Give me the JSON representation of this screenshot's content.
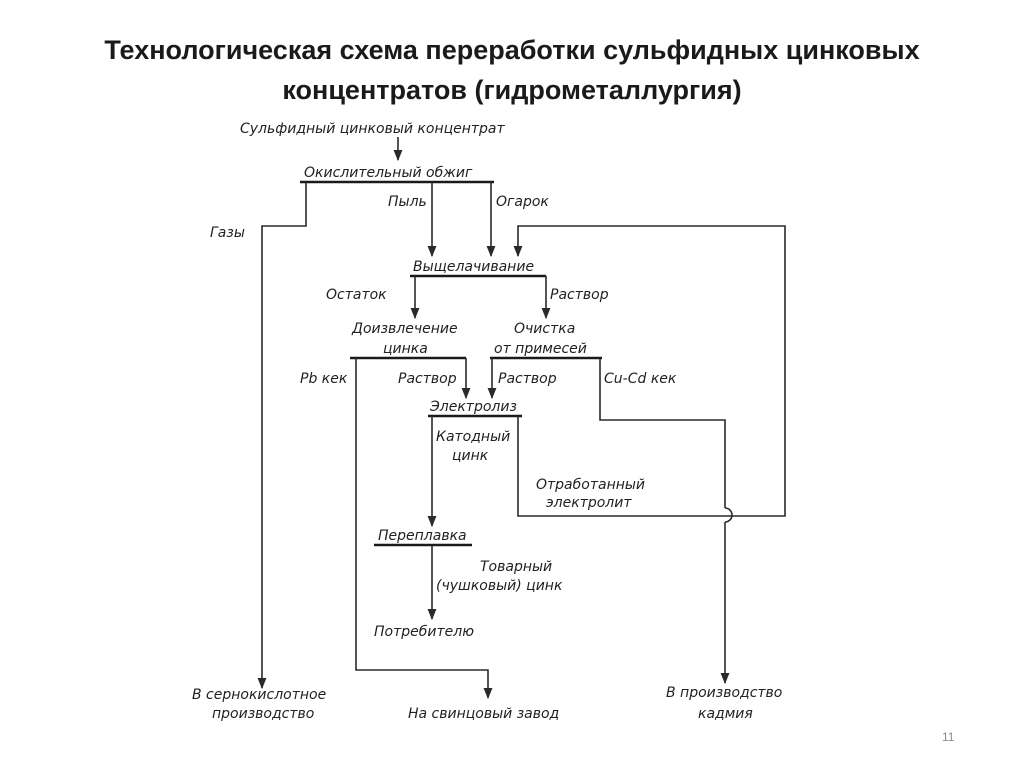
{
  "slide": {
    "title_line1": "Технологическая схема переработки сульфидных цинковых",
    "title_line2": "концентратов (гидрометаллургия)",
    "page_number": "11"
  },
  "diagram": {
    "concentrate": "Сульфидный цинковый концентрат",
    "roasting": "Окислительный обжиг",
    "gases": "Газы",
    "dust": "Пыль",
    "calcine": "Огарок",
    "leaching": "Выщелачивание",
    "residue": "Остаток",
    "solution_leach": "Раствор",
    "recovery_line1": "Доизвлечение",
    "recovery_line2": "цинка",
    "purification_line1": "Очистка",
    "purification_line2": "от примесей",
    "pb_cake": "Pb кек",
    "solution_recovery": "Раствор",
    "solution_purified": "Раствор",
    "cucd_cake": "Cu-Cd кек",
    "electrolysis": "Электролиз",
    "cathode_zinc_line1": "Катодный",
    "cathode_zinc_line2": "цинк",
    "spent_electrolyte_line1": "Отработанный",
    "spent_electrolyte_line2": "электролит",
    "remelting": "Переплавка",
    "commercial_zinc_line1": "Товарный",
    "commercial_zinc_line2": "(чушковый) цинк",
    "consumer": "Потребителю",
    "sulfuric_line1": "В сернокислотное",
    "sulfuric_line2": "производство",
    "lead_plant": "На свинцовый завод",
    "cadmium_line1": "В производство",
    "cadmium_line2": "кадмия"
  }
}
